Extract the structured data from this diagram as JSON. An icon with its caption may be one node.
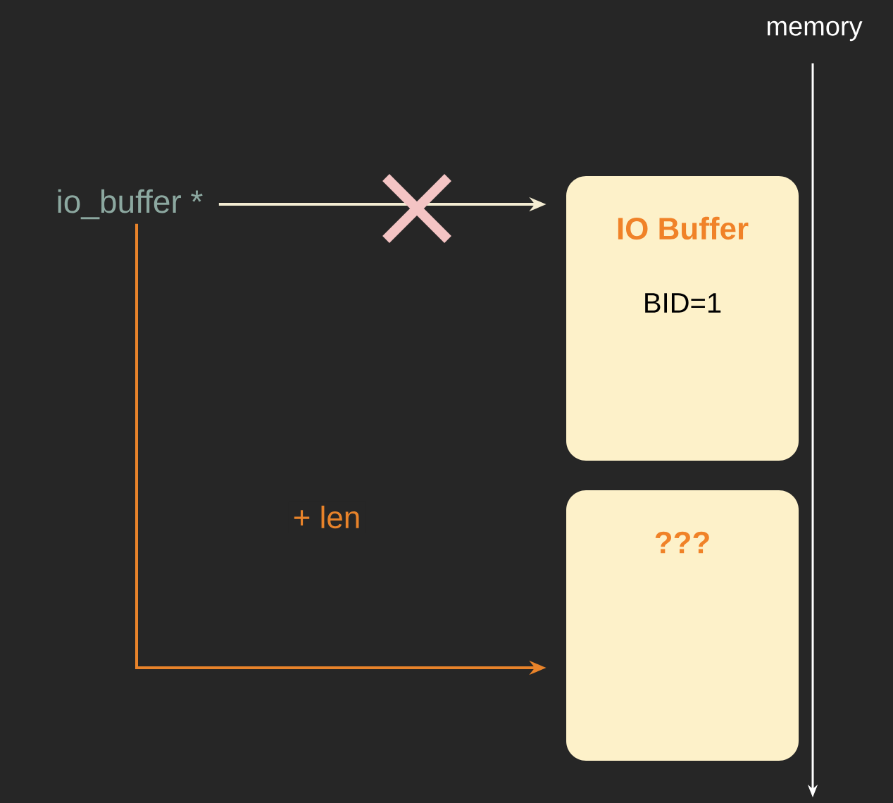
{
  "diagram": {
    "nodes": [
      {
        "text": [
          "io_buffer *"
        ]
      },
      {
        "text": [
          "IO Buffer",
          "BID=1"
        ]
      },
      {
        "text": [
          "???"
        ]
      }
    ],
    "edges": [
      {
        "from": 0,
        "to": 1,
        "arrow": "to",
        "color": "#f3ecd2"
      },
      {
        "from": 0,
        "to": 2,
        "arrow": "to",
        "label": "+ len",
        "color": "#e8832a"
      }
    ],
    "labels": [
      "memory"
    ]
  }
}
